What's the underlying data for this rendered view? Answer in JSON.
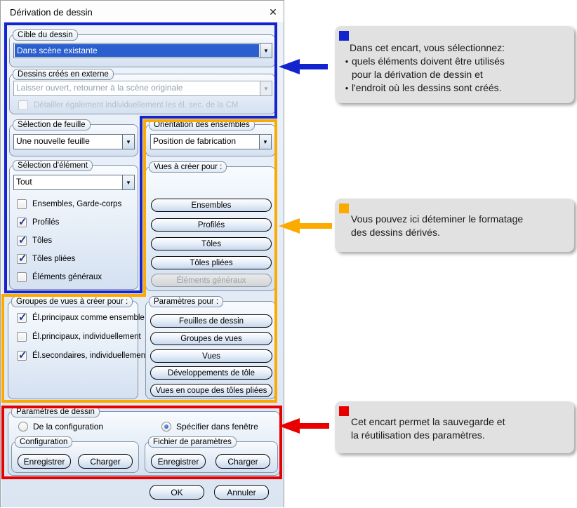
{
  "window": {
    "title": "Dérivation de dessin",
    "ok_label": "OK",
    "cancel_label": "Annuler"
  },
  "icons": {
    "close": "✕",
    "dropdown": "▼",
    "check": "✓",
    "bullet": "•"
  },
  "colors": {
    "blue_annotation": "#1323cd",
    "orange_annotation": "#fbaa00",
    "red_annotation": "#e80000",
    "combo_selection": "#2a5fd0"
  },
  "groups": {
    "cible": {
      "label": "Cible du dessin",
      "combo_value": "Dans scène existante"
    },
    "externe": {
      "label": "Dessins créés en externe",
      "combo_value": "Laisser ouvert, retourner à la scène originale",
      "checkbox_label": "Détailler également individuellement les él. sec. de la CM",
      "checkbox_checked": false
    },
    "feuille": {
      "label": "Sélection de feuille",
      "combo_value": "Une nouvelle feuille"
    },
    "element": {
      "label": "Sélection d'élément",
      "combo_value": "Tout",
      "checkboxes": [
        {
          "label": "Ensembles, Garde-corps",
          "checked": false
        },
        {
          "label": "Profilés",
          "checked": true
        },
        {
          "label": "Tôles",
          "checked": true
        },
        {
          "label": "Tôles pliées",
          "checked": true
        },
        {
          "label": "Éléments généraux",
          "checked": false
        }
      ]
    },
    "orientation": {
      "label": "Orientation des ensembles",
      "combo_value": "Position de fabrication"
    },
    "vues": {
      "label": "Vues à créer pour :",
      "buttons": [
        {
          "label": "Ensembles",
          "enabled": true
        },
        {
          "label": "Profilés",
          "enabled": true
        },
        {
          "label": "Tôles",
          "enabled": true
        },
        {
          "label": "Tôles pliées",
          "enabled": true
        },
        {
          "label": "Éléments généraux",
          "enabled": false
        }
      ]
    },
    "groupes_vues": {
      "label": "Groupes de vues à créer pour :",
      "checkboxes": [
        {
          "label": "Él.principaux comme ensemble",
          "checked": true
        },
        {
          "label": "Él.principaux, individuellement",
          "checked": false
        },
        {
          "label": "Él.secondaires, individuellement",
          "checked": true
        }
      ]
    },
    "parametres_pour": {
      "label": "Paramètres pour :",
      "buttons": [
        {
          "label": "Feuilles de dessin"
        },
        {
          "label": "Groupes de vues"
        },
        {
          "label": "Vues"
        },
        {
          "label": "Développements de tôle"
        },
        {
          "label": "Vues en coupe des tôles pliées"
        }
      ]
    },
    "parametres_dessin": {
      "label": "Paramètres de dessin",
      "radios": [
        {
          "label": "De la configuration",
          "selected": false
        },
        {
          "label": "Spécifier dans fenêtre",
          "selected": true
        }
      ],
      "configuration": {
        "label": "Configuration",
        "save_label": "Enregistrer",
        "load_label": "Charger"
      },
      "fichier": {
        "label": "Fichier de paramètres",
        "save_label": "Enregistrer",
        "load_label": "Charger"
      }
    }
  },
  "callouts": [
    {
      "color": "#1323cd",
      "intro": "Dans cet encart, vous sélectionnez:",
      "bullets": [
        [
          "quels éléments doivent être utilisés",
          "pour la dérivation de dessin et"
        ],
        [
          "l'endroit où les dessins sont créés."
        ]
      ]
    },
    {
      "color": "#fbaa00",
      "lines": [
        "Vous pouvez ici déteminer le formatage",
        "des dessins dérivés."
      ]
    },
    {
      "color": "#e80000",
      "lines": [
        "Cet encart permet la sauvegarde et",
        "la réutilisation des paramètres."
      ]
    }
  ]
}
